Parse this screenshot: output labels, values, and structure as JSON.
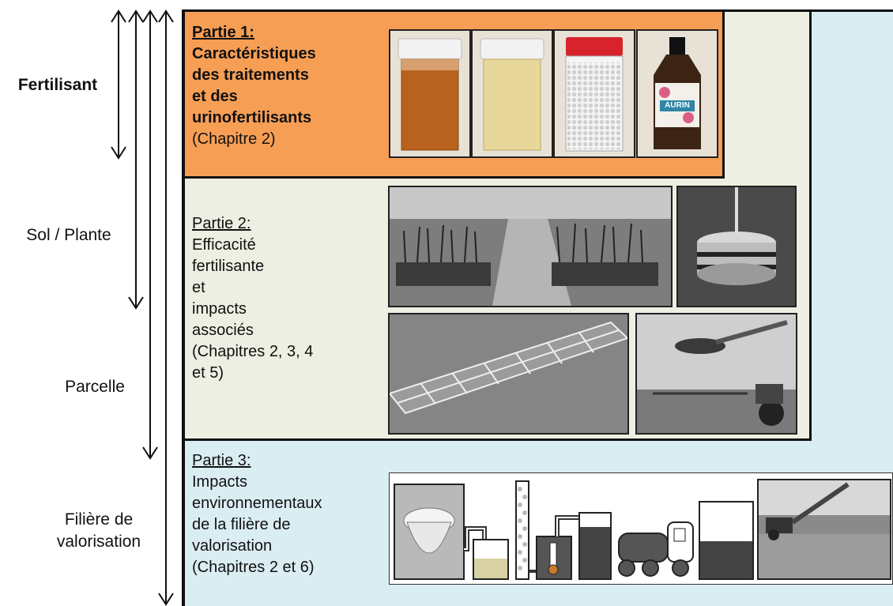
{
  "scale_levels": {
    "fertilisant": "Fertilisant",
    "sol_plante": "Sol / Plante",
    "parcelle": "Parcelle",
    "filiere_line1": "Filière de",
    "filiere_line2": "valorisation"
  },
  "partie1": {
    "title": "Partie 1:",
    "lines": [
      "Caractéristiques",
      "des traitements",
      "et des",
      "urinofertilisants"
    ],
    "chapter": "(Chapitre 2)",
    "color": "#f79e55",
    "bottle_label": "AURIN"
  },
  "partie2": {
    "title": "Partie 2:",
    "lines": [
      "Efficacité",
      "fertilisante",
      "et",
      "impacts",
      "associés",
      "(Chapitres 2, 3, 4",
      "et 5)"
    ],
    "color": "#ecefe1"
  },
  "partie3": {
    "title": "Partie 3:",
    "lines": [
      "Impacts",
      "environnementaux",
      "de la filière de",
      "valorisation",
      "(Chapitres 2 et 6)"
    ],
    "color": "#daedf3"
  }
}
